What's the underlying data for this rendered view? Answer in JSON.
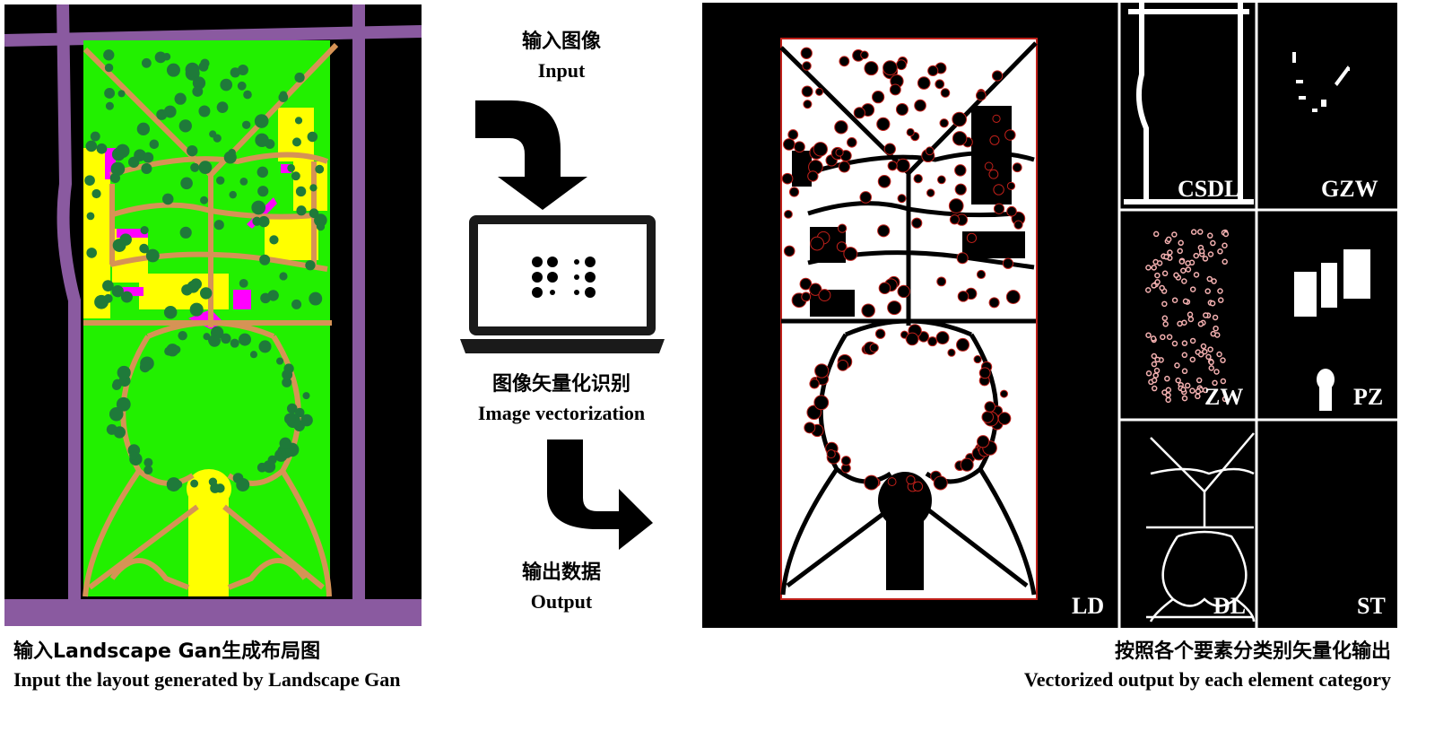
{
  "left": {
    "caption_zh": "输入Landscape Gan生成布局图",
    "caption_en": "Input the layout generated by Landscape Gan"
  },
  "middle": {
    "input_zh": "输入图像",
    "input_en": "Input",
    "process_zh": "图像矢量化识别",
    "process_en": "Image vectorization",
    "output_zh": "输出数据",
    "output_en": "Output"
  },
  "right": {
    "caption_zh": "按照各个要素分类别矢量化输出",
    "caption_en": "Vectorized output by each element category",
    "main_label": "LD",
    "cells": [
      {
        "label": "CSDL"
      },
      {
        "label": "GZW"
      },
      {
        "label": "ZW"
      },
      {
        "label": "PZ"
      },
      {
        "label": "DL"
      },
      {
        "label": "ST"
      }
    ]
  },
  "colors": {
    "path_purple": "#8a5aa0",
    "grass_green": "#22f000",
    "tree_green": "#1f7a3a",
    "plaza_yellow": "#ffff00",
    "building_magenta": "#ff00ff",
    "road_tan": "#d69355",
    "outline_red": "#c0201a"
  }
}
